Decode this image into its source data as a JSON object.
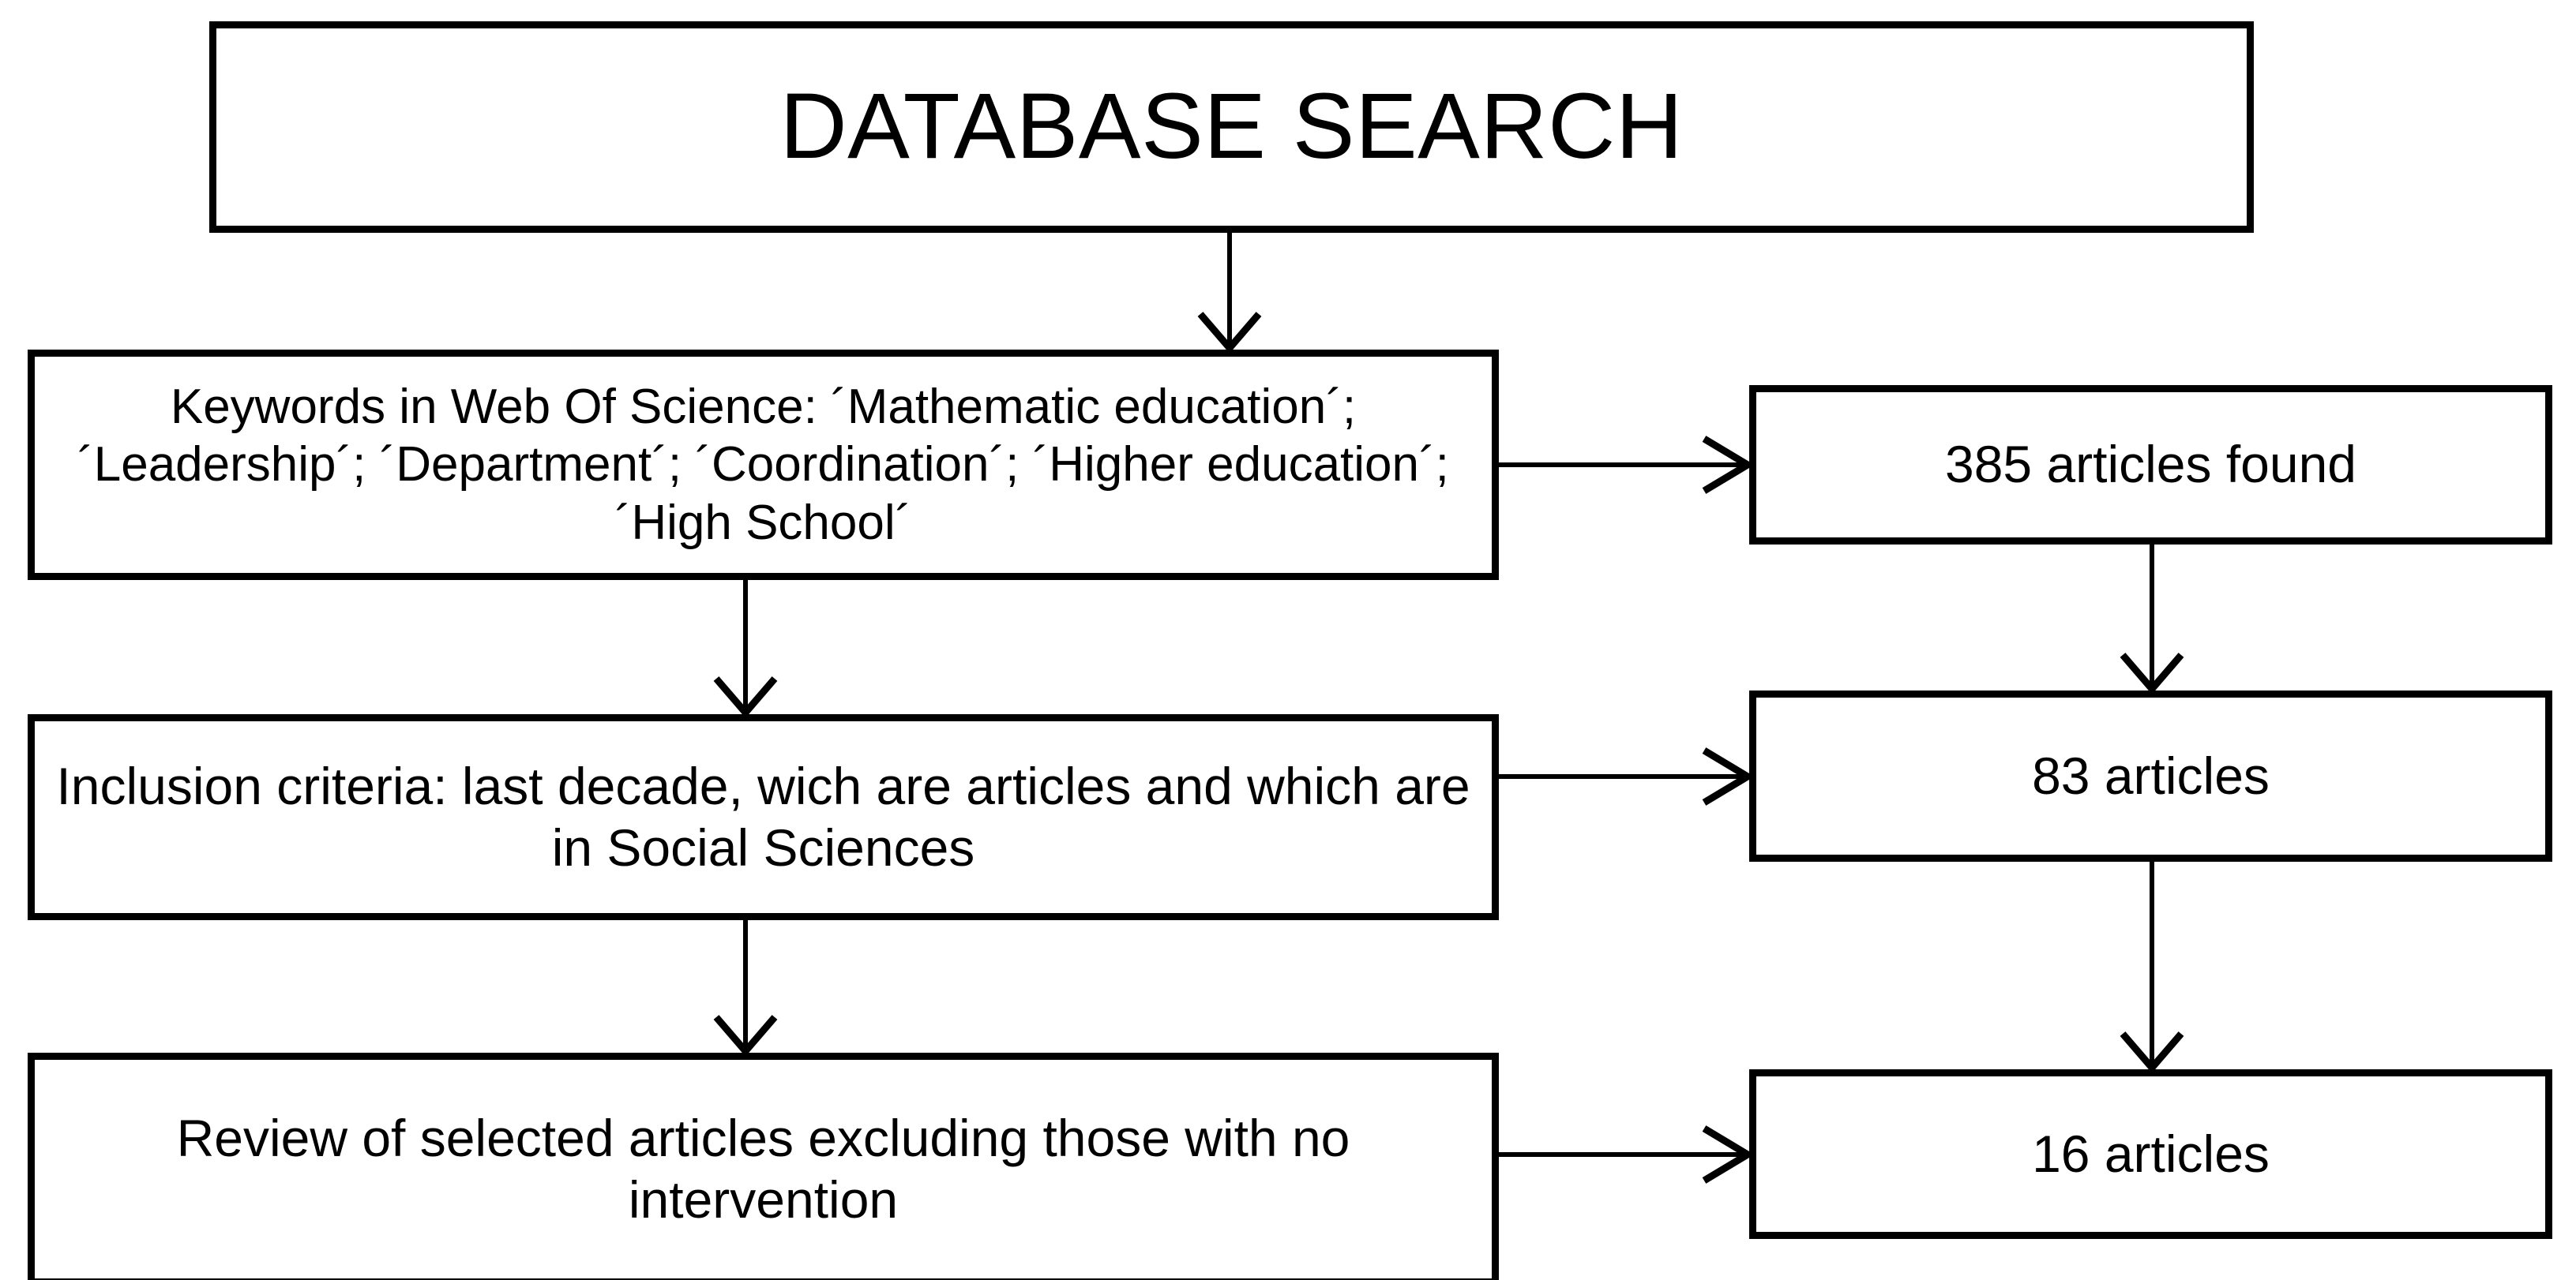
{
  "diagram": {
    "title": "DATABASE SEARCH",
    "type": "flowchart",
    "orientation": "two-column",
    "colors": {
      "stroke": "#000000",
      "fill": "#ffffff",
      "text": "#000000"
    },
    "nodes": {
      "header": {
        "id": "database-search",
        "label": "DATABASE SEARCH"
      },
      "left_column": [
        {
          "id": "keywords",
          "label": "Keywords in Web Of Science: ´Mathematic education´; ´Leadership´; ´Department´; ´Coordination´; ´Higher education´; ´High School´"
        },
        {
          "id": "inclusion-criteria",
          "label": "Inclusion criteria: last decade, wich are articles and which are in Social Sciences"
        },
        {
          "id": "review",
          "label": "Review of selected articles excluding those with no intervention"
        }
      ],
      "right_column": [
        {
          "id": "articles-found",
          "label": "385 articles found",
          "count": 385
        },
        {
          "id": "articles-83",
          "label": "83 articles",
          "count": 83
        },
        {
          "id": "articles-16",
          "label": "16 articles",
          "count": 16
        }
      ]
    },
    "edges": [
      {
        "from": "database-search",
        "to": "keywords",
        "direction": "down"
      },
      {
        "from": "keywords",
        "to": "articles-found",
        "direction": "right"
      },
      {
        "from": "keywords",
        "to": "inclusion-criteria",
        "direction": "down"
      },
      {
        "from": "articles-found",
        "to": "articles-83",
        "direction": "down"
      },
      {
        "from": "inclusion-criteria",
        "to": "articles-83",
        "direction": "right"
      },
      {
        "from": "inclusion-criteria",
        "to": "review",
        "direction": "down"
      },
      {
        "from": "articles-83",
        "to": "articles-16",
        "direction": "down"
      },
      {
        "from": "review",
        "to": "articles-16",
        "direction": "right"
      }
    ]
  }
}
